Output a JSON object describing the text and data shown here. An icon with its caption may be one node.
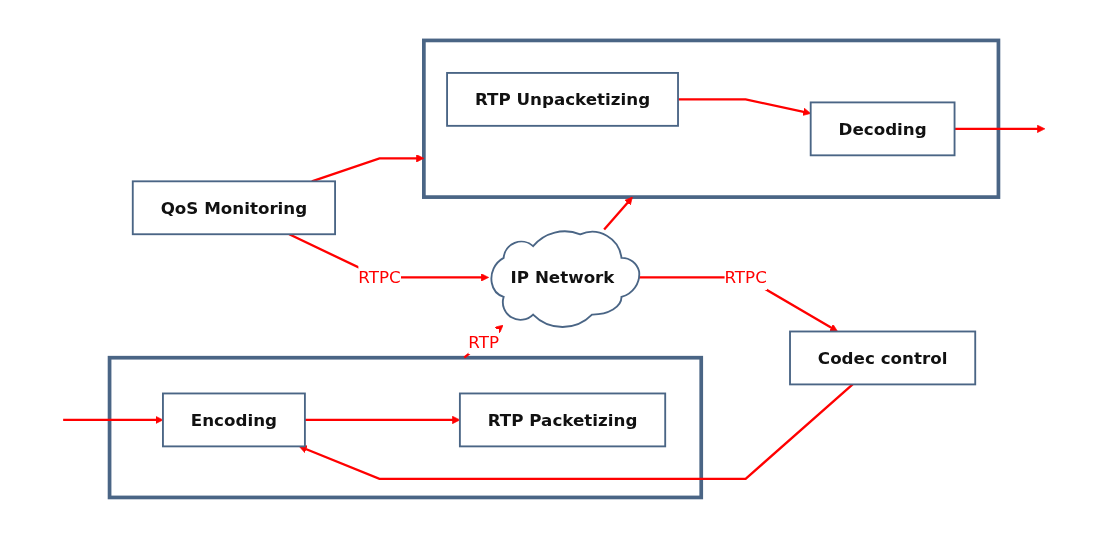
{
  "diagram": {
    "nodes": [
      {
        "text": [],
        "shape": "box"
      },
      {
        "text": [
          "Encoding"
        ],
        "in": 0
      },
      {
        "text": [
          "RTP Packetizing"
        ],
        "in": 0
      },
      {
        "text": [
          "IP Network"
        ]
      },
      {
        "text": [
          "Codec control"
        ]
      },
      {
        "text": [],
        "shape": "box"
      },
      {
        "text": [
          "Decoding"
        ],
        "in": 5
      },
      {
        "text": [
          "RTP Unpacketizing"
        ],
        "in": 5
      },
      {
        "text": [
          "QoS Monitoring"
        ]
      }
    ],
    "edges": [
      {
        "from": null,
        "to": 1,
        "arrow": "to"
      },
      {
        "from": 1,
        "to": 2,
        "arrow": "to"
      },
      {
        "from": 0,
        "to": 3,
        "arrow": "to",
        "label": "RTP"
      },
      {
        "from": 3,
        "to": 4,
        "arrow": "to",
        "label": "RTPC"
      },
      {
        "from": 3,
        "to": 5,
        "arrow": "to"
      },
      {
        "from": 4,
        "to": 1,
        "arrow": "to"
      },
      {
        "from": 7,
        "to": 6,
        "arrow": "to"
      },
      {
        "from": 6,
        "to": null,
        "arrow": "to"
      },
      {
        "from": 8,
        "to": 5,
        "arrow": "to"
      },
      {
        "from": 8,
        "to": 3,
        "arrow": "to",
        "label": "RTPC"
      }
    ]
  }
}
